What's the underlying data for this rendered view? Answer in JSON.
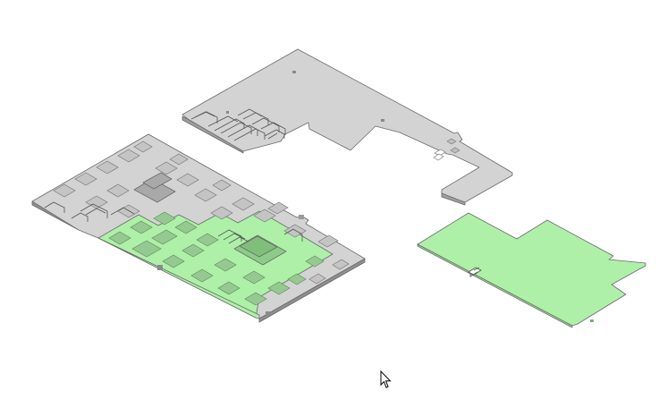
{
  "viewport": {
    "background_color": "#ffffff"
  },
  "models": [
    {
      "id": "floor-plate-composite",
      "colors": {
        "gray": "#d3d3d3",
        "green": "#aef0a8"
      }
    },
    {
      "id": "upper-floor-plate",
      "colors": {
        "gray": "#d3d3d3"
      }
    },
    {
      "id": "green-floor-plate",
      "colors": {
        "green": "#aef0a8"
      }
    }
  ],
  "cursor": {
    "icon": "arrow-pointer-icon"
  }
}
